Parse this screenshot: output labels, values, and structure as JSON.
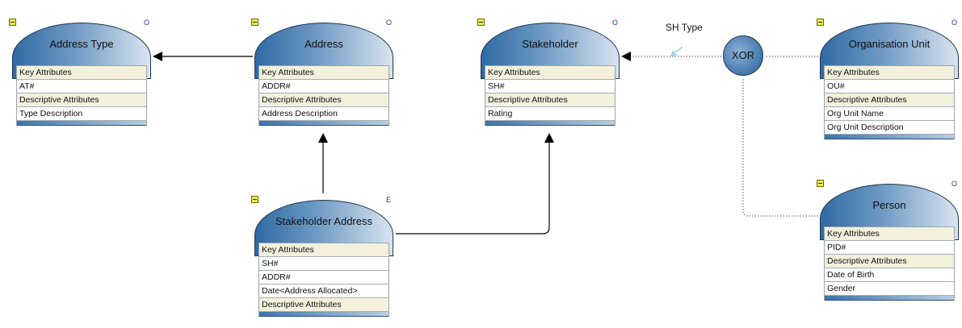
{
  "entities": {
    "address_type": {
      "title": "Address Type",
      "corner": "O",
      "rows": [
        {
          "text": "Key Attributes",
          "section": true
        },
        {
          "text": "AT#",
          "section": false
        },
        {
          "text": "Descriptive Attributes",
          "section": true
        },
        {
          "text": "Type Description",
          "section": false
        }
      ]
    },
    "address": {
      "title": "Address",
      "corner": "O",
      "rows": [
        {
          "text": "Key Attributes",
          "section": true
        },
        {
          "text": "ADDR#",
          "section": false
        },
        {
          "text": "Descriptive Attributes",
          "section": true
        },
        {
          "text": "Address Description",
          "section": false
        }
      ]
    },
    "stakeholder": {
      "title": "Stakeholder",
      "corner": "O",
      "rows": [
        {
          "text": "Key Attributes",
          "section": true
        },
        {
          "text": "SH#",
          "section": false
        },
        {
          "text": "Descriptive Attributes",
          "section": true
        },
        {
          "text": "Rating",
          "section": false
        }
      ]
    },
    "organisation_unit": {
      "title": "Organisation Unit",
      "corner": "O",
      "rows": [
        {
          "text": "Key Attributes",
          "section": true
        },
        {
          "text": "OU#",
          "section": false
        },
        {
          "text": "Descriptive Attributes",
          "section": true
        },
        {
          "text": "Org Unit Name",
          "section": false
        },
        {
          "text": "Org Unit Description",
          "section": false
        }
      ]
    },
    "person": {
      "title": "Person",
      "corner": "O",
      "rows": [
        {
          "text": "Key Attributes",
          "section": true
        },
        {
          "text": "PID#",
          "section": false
        },
        {
          "text": "Descriptive Attributes",
          "section": true
        },
        {
          "text": "Date of Birth",
          "section": false
        },
        {
          "text": "Gender",
          "section": false
        }
      ]
    },
    "stakeholder_address": {
      "title": "Stakeholder Address",
      "corner": "E",
      "rows": [
        {
          "text": "Key Attributes",
          "section": true
        },
        {
          "text": "SH#",
          "section": false
        },
        {
          "text": "ADDR#",
          "section": false
        },
        {
          "text": "Date<Address Allocated>",
          "section": false
        },
        {
          "text": "Descriptive Attributes",
          "section": true
        }
      ]
    }
  },
  "xor": {
    "label": "XOR"
  },
  "relationship_label": "SH Type",
  "colors": {
    "entity_gradient_dark": "#2f6aa3",
    "entity_gradient_light": "#d8e4ef",
    "section_row": "#f3f1dc",
    "collapse_box": "#f2e84a"
  }
}
